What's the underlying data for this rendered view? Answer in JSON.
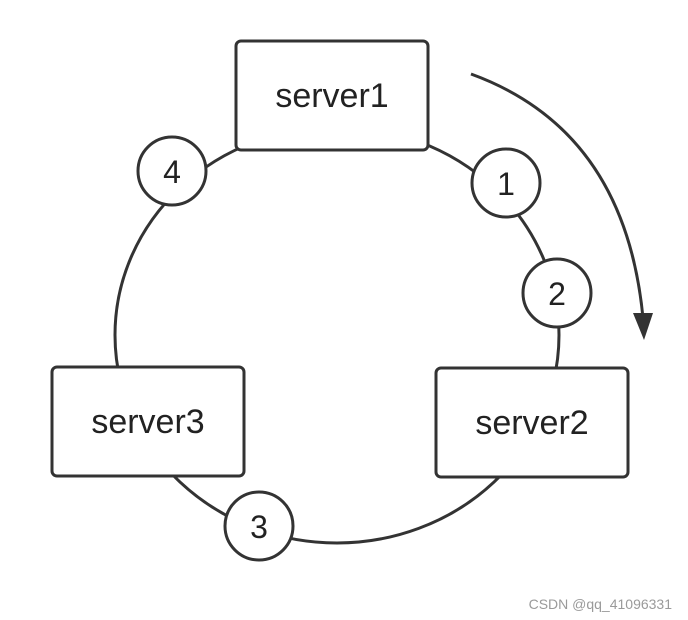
{
  "diagram": {
    "servers": [
      {
        "id": "server1",
        "label": "server1"
      },
      {
        "id": "server2",
        "label": "server2"
      },
      {
        "id": "server3",
        "label": "server3"
      }
    ],
    "nodes": [
      {
        "id": "n1",
        "label": "1"
      },
      {
        "id": "n2",
        "label": "2"
      },
      {
        "id": "n3",
        "label": "3"
      },
      {
        "id": "n4",
        "label": "4"
      }
    ],
    "colors": {
      "stroke": "#333333",
      "text": "#222222",
      "background": "#ffffff"
    }
  },
  "watermark": "CSDN @qq_41096331"
}
